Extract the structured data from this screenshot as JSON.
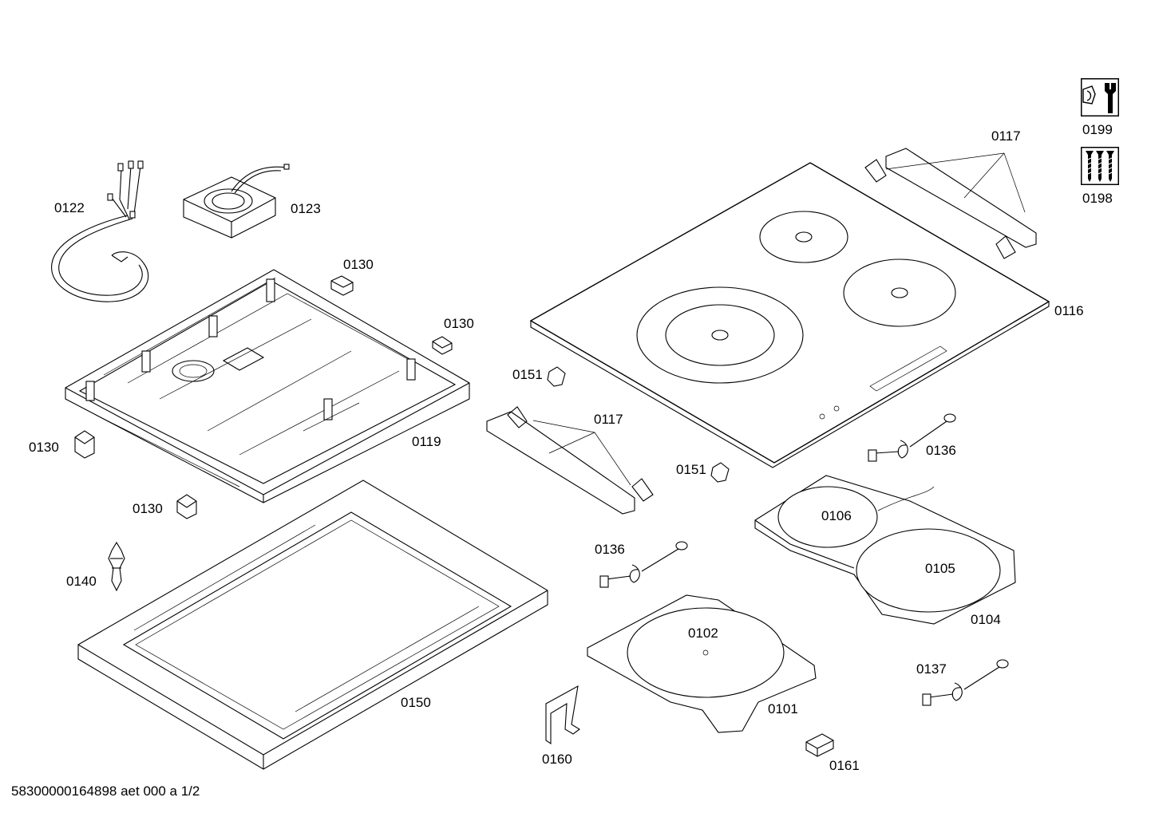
{
  "labels": {
    "p0122": "0122",
    "p0123": "0123",
    "p0130a": "0130",
    "p0130b": "0130",
    "p0130c": "0130",
    "p0130d": "0130",
    "p0119": "0119",
    "p0140": "0140",
    "p0150": "0150",
    "p0151a": "0151",
    "p0151b": "0151",
    "p0117a": "0117",
    "p0117b": "0117",
    "p0116": "0116",
    "p0199": "0199",
    "p0198": "0198",
    "p0136a": "0136",
    "p0136b": "0136",
    "p0106": "0106",
    "p0105": "0105",
    "p0104": "0104",
    "p0102": "0102",
    "p0101": "0101",
    "p0137": "0137",
    "p0160": "0160",
    "p0161": "0161"
  },
  "footer": "58300000164898 aet 000 a 1/2",
  "icons": {
    "tool": "wrench-icon",
    "screws": "screws-icon"
  }
}
